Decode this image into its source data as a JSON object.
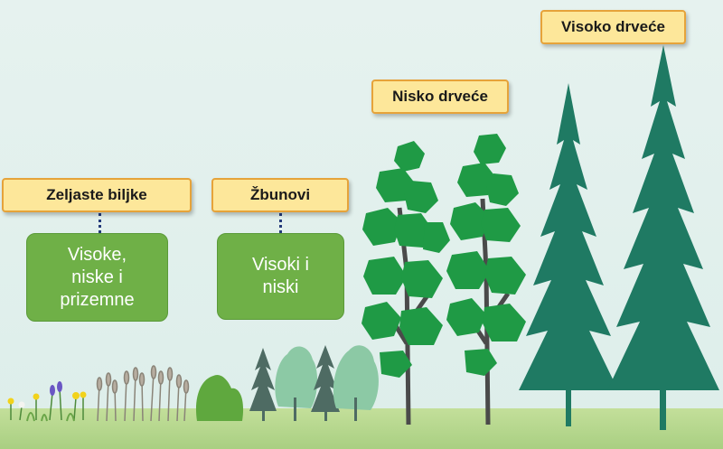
{
  "labels": {
    "herbaceous": "Zeljaste biljke",
    "shrubs": "Žbunovi",
    "low_trees": "Nisko drveće",
    "tall_trees": "Visoko drveće"
  },
  "descriptions": {
    "herbaceous": [
      "Visoke,",
      "niske i",
      "prizemne"
    ],
    "shrubs": [
      "Visoki i",
      "niski"
    ]
  },
  "colors": {
    "label_fill": "#fde79a",
    "label_border": "#e6a33a",
    "desc_fill": "#6fb047",
    "conifer": "#1f7a63",
    "deciduous": "#1f9a45",
    "shrub_light": "#8cc9a5",
    "ground": "#b5d58e"
  }
}
